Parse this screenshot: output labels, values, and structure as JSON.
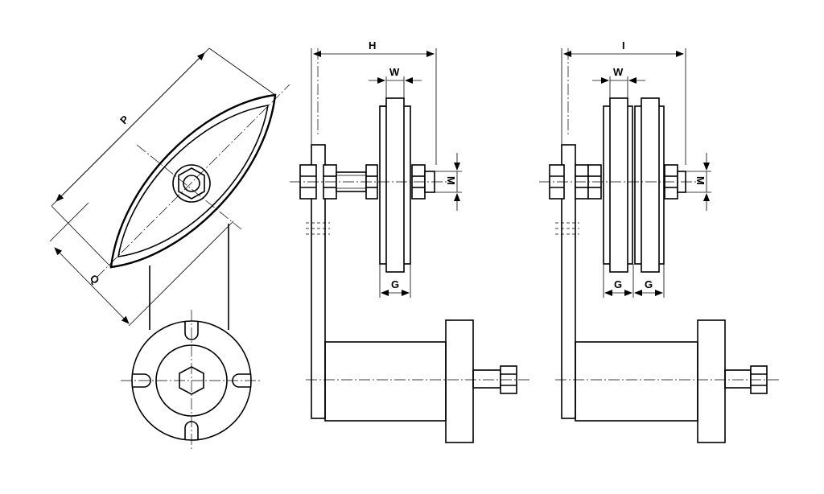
{
  "labels": {
    "p": "P",
    "q": "Q",
    "h": "H",
    "w1": "W",
    "m1": "M",
    "g1": "G",
    "i": "I",
    "w2": "W",
    "m2": "M",
    "g2a": "G",
    "g2b": "G"
  }
}
